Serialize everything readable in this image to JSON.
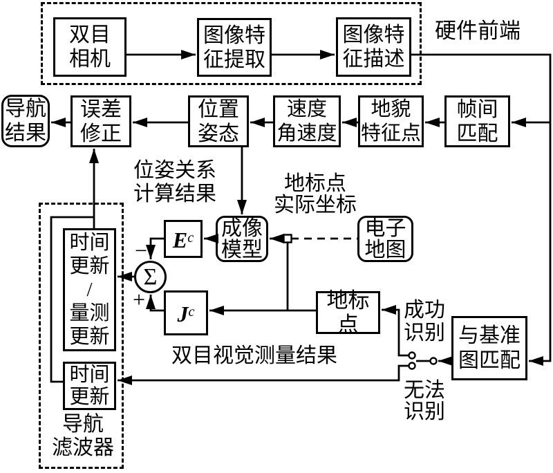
{
  "diagram": {
    "colors": {
      "line": "#000000",
      "background": "#ffffff"
    },
    "nodes": {
      "camera": {
        "label": "双目\n相机"
      },
      "feature_extract": {
        "label": "图像特\n征提取"
      },
      "feature_describe": {
        "label": "图像特\n征描述"
      },
      "nav_result": {
        "label": "导航\n结果"
      },
      "error_correction": {
        "label": "误差\n修正"
      },
      "position_attitude": {
        "label": "位置\n姿态"
      },
      "velocity": {
        "label": "速度\n角速度"
      },
      "terrain_points": {
        "label": "地貌\n特征点"
      },
      "frame_match": {
        "label": "帧间\n匹配"
      },
      "imaging_model": {
        "label": "成像\n模型"
      },
      "electronic_map": {
        "label": "电子\n地图"
      },
      "ec_matrix": {
        "base": "E",
        "sup": "c"
      },
      "jc_matrix": {
        "base": "J",
        "sup": "c"
      },
      "sum_junction": {
        "label": "Σ"
      },
      "kf_update": {
        "label": "时间\n更新\n/\n量测\n更新"
      },
      "time_update": {
        "label": "时间\n更新"
      },
      "landmark": {
        "label": "地标点"
      },
      "ref_map_match": {
        "label": "与基准\n图匹配"
      }
    },
    "labels": {
      "hardware_frontend": "硬件前端",
      "pose_relation": "位姿关系\n计算结果",
      "landmark_coords": "地标点\n实际坐标",
      "stereo_result": "双目视觉测量结果",
      "success": "成功\n识别",
      "fail": "无法\n识别",
      "nav_filter": "导航\n滤波器",
      "minus_sign": "−",
      "plus_sign": "+"
    }
  }
}
